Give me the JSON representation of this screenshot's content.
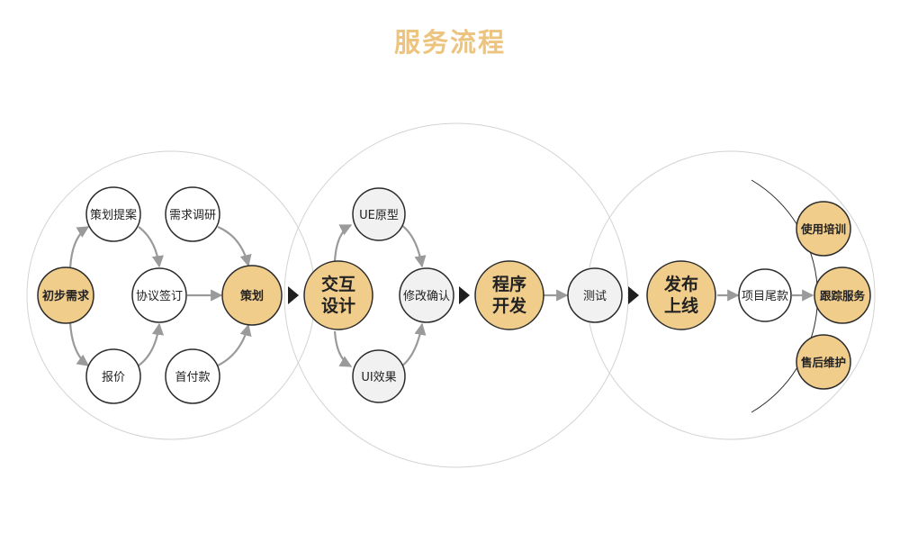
{
  "title": "服务流程",
  "colors": {
    "highlight": "#f1cd8c",
    "plain": "#ffffff",
    "muted": "#f1f1f1",
    "node_stroke": "#2b2b2b",
    "arrow": "#9a9a9a",
    "big_circle": "#d3d3d3",
    "triangle": "#1f1f1f",
    "title": "#edc47f"
  },
  "nodes": {
    "chubu_xuqiu": "初步需求",
    "cehua_tian": "策划提案",
    "xuqiu_diaoyan": "需求调研",
    "xieyi_qianding": "协议签订",
    "baojia": "报价",
    "shoufukuan": "首付款",
    "cehua": "策划",
    "jiaohu_sheji": [
      "交互",
      "设计"
    ],
    "ue_yuanxing": "UE原型",
    "ui_xiaoguo": "UI效果",
    "xiugai_queren": "修改确认",
    "chengxu_kaifa": [
      "程序",
      "开发"
    ],
    "ceshi": "测试",
    "fabu_shangxian": [
      "发布",
      "上线"
    ],
    "xiangmu_weikuan": "项目尾款",
    "shiyong_peixun": "使用培训",
    "genzong_fuwu": "跟踪服务",
    "shouhou_weihu": "售后维护"
  }
}
